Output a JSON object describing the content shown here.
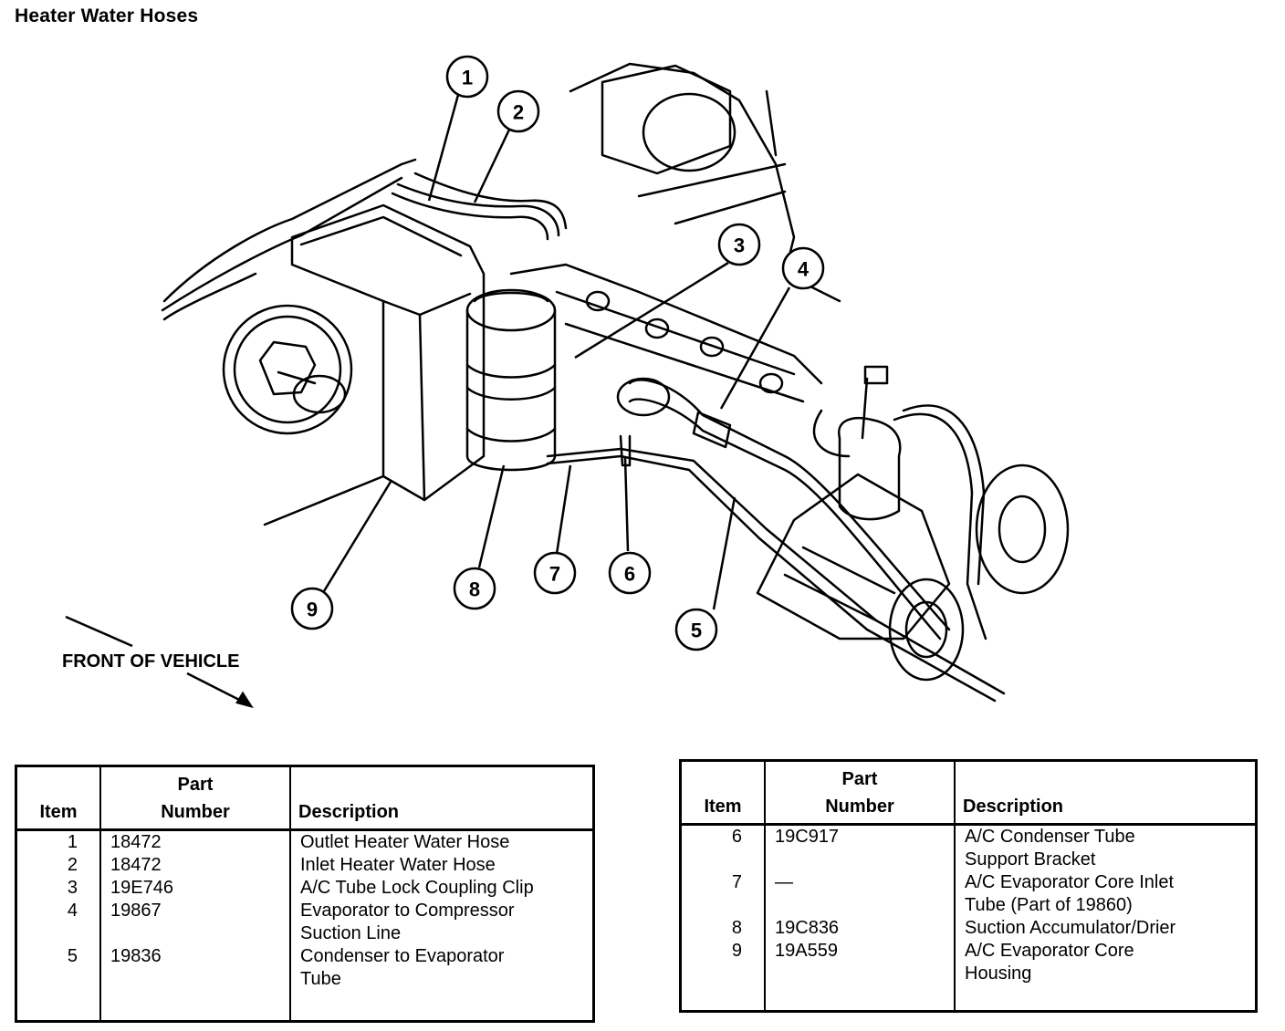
{
  "title": "Heater Water Hoses",
  "front_label": "FRONT OF VEHICLE",
  "callouts": [
    "1",
    "2",
    "3",
    "4",
    "5",
    "6",
    "7",
    "8",
    "9"
  ],
  "table_headers": {
    "item": "Item",
    "part_number": "Part\nNumber",
    "description": "Description"
  },
  "parts_left": [
    {
      "item": "1",
      "part": "18472",
      "desc": "Outlet Heater Water Hose"
    },
    {
      "item": "2",
      "part": "18472",
      "desc": "Inlet Heater Water Hose"
    },
    {
      "item": "3",
      "part": "19E746",
      "desc": "A/C Tube Lock Coupling Clip"
    },
    {
      "item": "4",
      "part": "19867",
      "desc": "Evaporator to Compressor\nSuction Line"
    },
    {
      "item": "5",
      "part": "19836",
      "desc": "Condenser to Evaporator\nTube"
    }
  ],
  "parts_right": [
    {
      "item": "6",
      "part": "19C917",
      "desc": "A/C Condenser Tube\nSupport Bracket"
    },
    {
      "item": "7",
      "part": "—",
      "desc": "A/C Evaporator Core Inlet\nTube (Part of 19860)"
    },
    {
      "item": "8",
      "part": "19C836",
      "desc": "Suction Accumulator/Drier"
    },
    {
      "item": "9",
      "part": "19A559",
      "desc": "A/C Evaporator Core\nHousing"
    }
  ]
}
